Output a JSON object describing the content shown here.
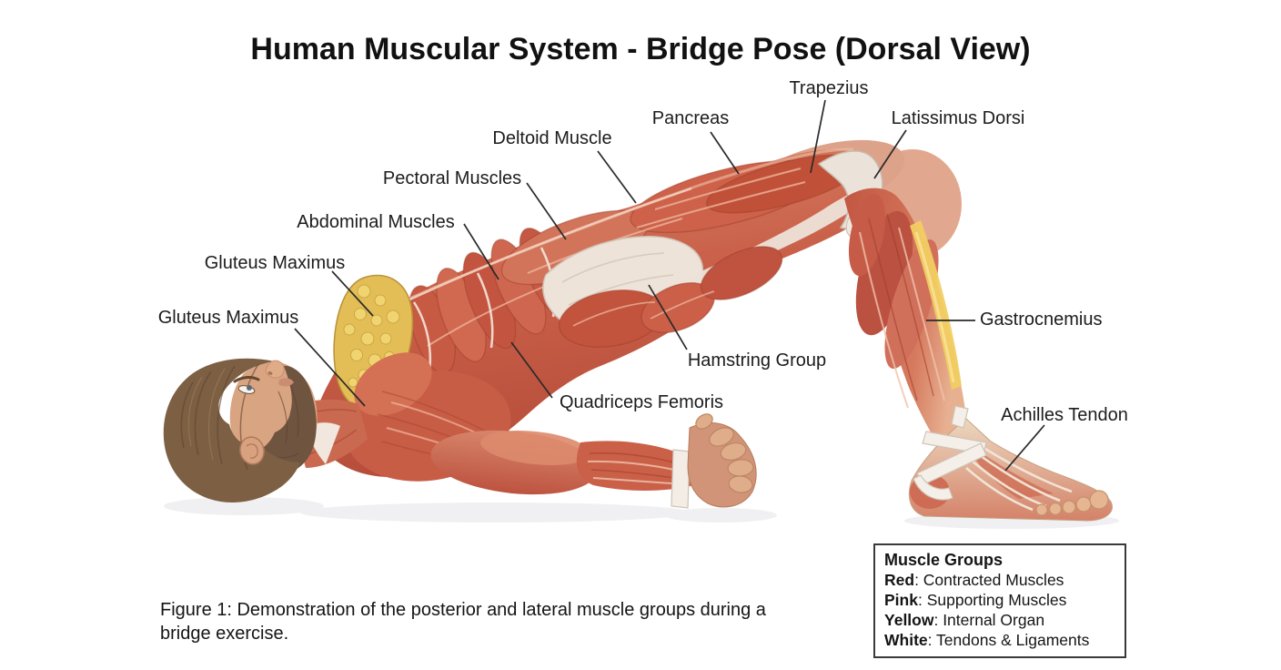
{
  "title": "Human Muscular System - Bridge Pose (Dorsal View)",
  "figure_caption": {
    "line1": "Figure 1: Demonstration of the posterior and lateral muscle groups during a",
    "line2": "bridge exercise."
  },
  "legend": {
    "title": "Muscle Groups",
    "items": [
      {
        "term": "Red",
        "desc": ": Contracted Muscles"
      },
      {
        "term": "Pink",
        "desc": ": Supporting Muscles"
      },
      {
        "term": "Yellow",
        "desc": ": Internal Organ"
      },
      {
        "term": "White",
        "desc": ": Tendons & Ligaments"
      }
    ]
  },
  "labels": [
    {
      "text": "Trapezius"
    },
    {
      "text": "Pancreas"
    },
    {
      "text": "Latissimus Dorsi"
    },
    {
      "text": "Deltoid Muscle"
    },
    {
      "text": "Pectoral Muscles"
    },
    {
      "text": "Abdominal Muscles"
    },
    {
      "text": "Gluteus Maximus"
    },
    {
      "text": "Gluteus Maximus"
    },
    {
      "text": "Gastrocnemius"
    },
    {
      "text": "Hamstring Group"
    },
    {
      "text": "Quadriceps Femoris"
    },
    {
      "text": "Achilles Tendon"
    }
  ],
  "colors": {
    "background": "#ffffff",
    "text": "#1c1c1c",
    "leader_line": "#2a2a2a",
    "muscle_red_deep": "#b44a38",
    "muscle_red": "#c45a44",
    "muscle_pink": "#e5a68c",
    "tendon_cream": "#ece3d8",
    "organ_yellow": "#e3bd55",
    "calf_yellow": "#f1cd62",
    "skin": "#d8a180",
    "hair_brown": "#7d5f43",
    "beard_brown": "#6f5440"
  }
}
